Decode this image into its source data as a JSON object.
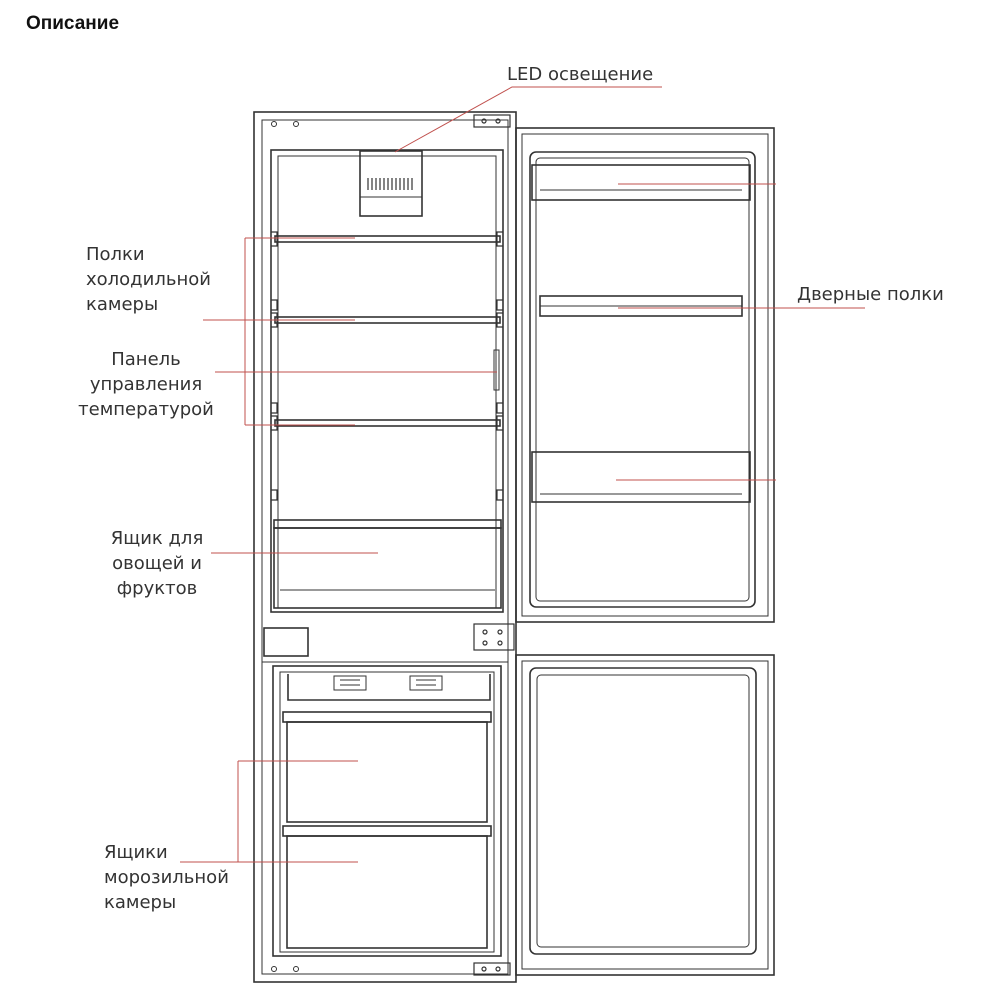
{
  "title": "Описание",
  "labels": {
    "led": "LED освещение",
    "fridge_shelves": [
      "Полки",
      "холодильной",
      "камеры"
    ],
    "temp_panel": [
      "Панель",
      "управления",
      "температурой"
    ],
    "crisper": [
      "Ящик для",
      "овощей и",
      "фруктов"
    ],
    "door_shelves": "Дверные полки",
    "freezer_drawers": [
      "Ящики",
      "морозильной",
      "камеры"
    ]
  },
  "colors": {
    "outline": "#333333",
    "leader_line": "#c0504d"
  }
}
